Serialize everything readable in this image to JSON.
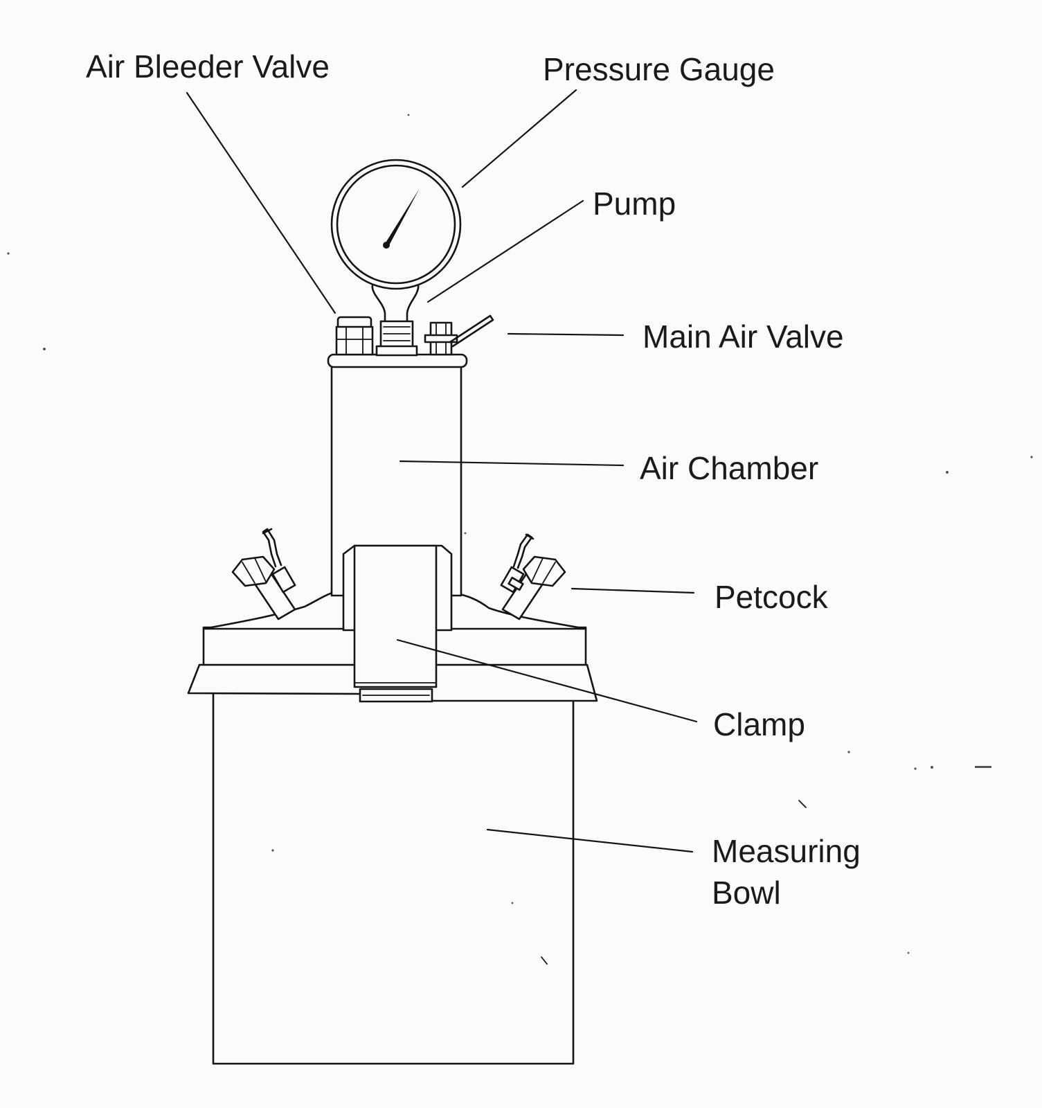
{
  "labels": {
    "air_bleeder_valve": "Air Bleeder Valve",
    "pressure_gauge": "Pressure Gauge",
    "pump": "Pump",
    "main_air_valve": "Main Air Valve",
    "air_chamber": "Air Chamber",
    "petcock": "Petcock",
    "clamp": "Clamp",
    "measuring_bowl_line1": "Measuring",
    "measuring_bowl_line2": "Bowl"
  },
  "colors": {
    "ink": "#141414",
    "paper": "#fbfbfa"
  }
}
